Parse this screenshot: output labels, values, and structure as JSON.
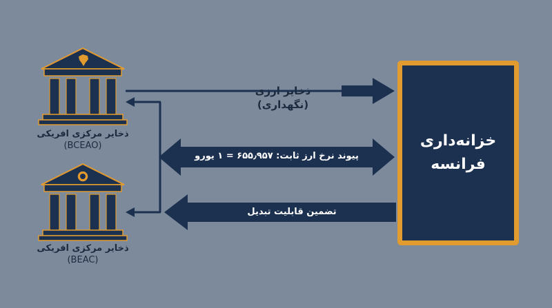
{
  "treasury": {
    "line1": "خزانه‌داری",
    "line2": "فرانسه"
  },
  "banks": [
    {
      "name": "ذخایر مرکزی ا‌فریکی",
      "code": "(BCEAO)",
      "emblem": "africa-map-icon"
    },
    {
      "name": "ذخایر مرکزی افریکی",
      "code": "(BEAC)",
      "emblem": "seal-icon"
    }
  ],
  "flows": {
    "reserves": {
      "line1": "ذخایر ارزی",
      "line2": "(نگهداری)"
    },
    "peg": "پیوند نرخ ارز ثابت: ۶۵۵٫۹۵۷ = ۱ یورو",
    "convertibility": "تضمین قابلیت تبدیل"
  },
  "colors": {
    "background": "#7d8a9c",
    "navy": "#1c3050",
    "gold": "#e19b2e",
    "text": "#1c2a40"
  }
}
